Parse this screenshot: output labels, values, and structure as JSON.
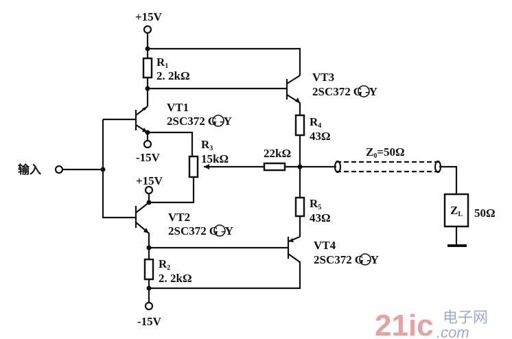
{
  "supplies": {
    "top_pos": "+15V",
    "vt1_neg": "-15V",
    "vt2_pos": "+15V",
    "bottom_neg": "-15V"
  },
  "input_label": "输入",
  "r1": {
    "name": "R",
    "sub": "1",
    "value": "2. 2kΩ"
  },
  "r2": {
    "name": "R",
    "sub": "2",
    "value": "2. 2kΩ"
  },
  "r3": {
    "name": "R",
    "sub": "3",
    "value": "15kΩ"
  },
  "r4": {
    "name": "R",
    "sub": "4",
    "value": "43Ω"
  },
  "r5": {
    "name": "R",
    "sub": "5",
    "value": "43Ω"
  },
  "r_feedback": {
    "value": "22kΩ"
  },
  "vt1": {
    "name": "VT1",
    "part": "2SC372",
    "grade": "G",
    "suffix": "-Y"
  },
  "vt2": {
    "name": "VT2",
    "part": "2SC372",
    "grade": "G",
    "suffix": "-Y"
  },
  "vt3": {
    "name": "VT3",
    "part": "2SC372",
    "grade": "G",
    "suffix": "-Y"
  },
  "vt4": {
    "name": "VT4",
    "part": "2SC372",
    "grade": "G",
    "suffix": "-Y"
  },
  "coax": {
    "name": "Z",
    "sub": "0",
    "value": "=50Ω"
  },
  "load": {
    "name": "Z",
    "sub": "L",
    "value": "50Ω"
  },
  "watermark": {
    "brand": "21ic",
    "cn": "电子网",
    "domain": ".com"
  }
}
